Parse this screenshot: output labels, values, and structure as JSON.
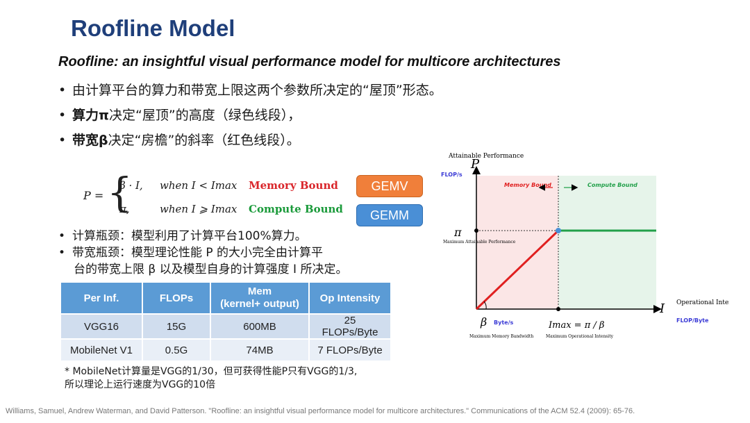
{
  "title": "Roofline Model",
  "subtitle": "Roofline: an insightful visual performance model for multicore architectures",
  "bullets": [
    {
      "bold": "",
      "text": "由计算平台的算力和带宽上限这两个参数所决定的“屋顶”形态。"
    },
    {
      "bold": "算力π",
      "text": "决定“屋顶”的高度（绿色线段），"
    },
    {
      "bold": "带宽β",
      "text": "决定“房檐”的斜率（红色线段）。"
    }
  ],
  "formula": {
    "lhs": "P =",
    "line1_value": "β · I,",
    "line1_cond": "when I < Imax",
    "line1_label": "Memory Bound",
    "line2_value": "π,",
    "line2_cond": "when I ⩾ Imax",
    "line2_label": "Compute Bound"
  },
  "tags": {
    "gemv": "GEMV",
    "gemm": "GEMM"
  },
  "bullets2": [
    "计算瓶颈：模型利用了计算平台100%算力。",
    "带宽瓶颈：模型理论性能 P 的大小完全由计算平",
    "台的带宽上限 β 以及模型自身的计算强度 I 所决定。"
  ],
  "table": {
    "headers": [
      "Per Inf.",
      "FLOPs",
      "Mem\n(kernel+ output)",
      "Op Intensity"
    ],
    "rows": [
      [
        "VGG16",
        "15G",
        "600MB",
        "25 FLOPs/Byte"
      ],
      [
        "MobileNet V1",
        "0.5G",
        "74MB",
        "7 FLOPs/Byte"
      ]
    ]
  },
  "note": [
    "* MobileNet计算量是VGG的1/30，但可获得性能P只有VGG的1/3,",
    "所以理论上运行速度为VGG的10倍"
  ],
  "citation": "Williams, Samuel, Andrew Waterman, and David Patterson. \"Roofline: an insightful visual performance model for multicore architectures.\" Communications of the ACM 52.4 (2009): 65-76.",
  "chart_data": {
    "type": "line",
    "title": "",
    "ylabel": "Attainable Performance",
    "ylabel_symbol": "P",
    "yunit": "FLOP/s",
    "xlabel": "Operational Intensity",
    "xlabel_symbol": "I",
    "xunit": "FLOP/Byte",
    "regions": [
      {
        "name": "Memory Bound",
        "color": "#fbe6e6"
      },
      {
        "name": "Compute Bound",
        "color": "#e6f4ea"
      }
    ],
    "series": [
      {
        "name": "memory roof",
        "color": "#e02020",
        "points": [
          [
            0,
            0
          ],
          [
            "Imax",
            "π"
          ]
        ]
      },
      {
        "name": "compute roof",
        "color": "#22a04a",
        "points": [
          [
            "Imax",
            "π"
          ],
          [
            "max",
            "π"
          ]
        ]
      }
    ],
    "annotations": {
      "pi_label": "π",
      "pi_caption": "Maximum Attainable Performance",
      "beta_label": "β",
      "beta_unit": "Byte/s",
      "beta_caption": "Maximum Memory Bandwidth",
      "imax_label": "Imax = π / β",
      "imax_caption": "Maximum Operational Intensity"
    },
    "colors": {
      "memory": "#e02020",
      "compute": "#22a04a",
      "unit": "#3b3bd6",
      "accent": "#4a8fd6"
    }
  }
}
